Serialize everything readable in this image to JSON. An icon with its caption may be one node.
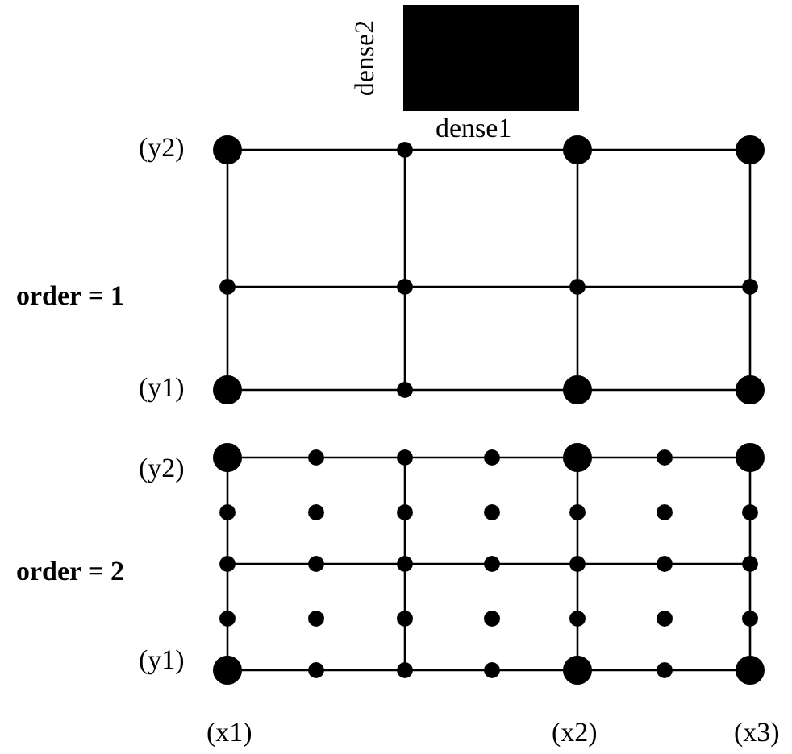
{
  "diagram": {
    "nodes": [
      {
        "text": [],
        "shape": "box"
      }
    ],
    "labels": [
      "dense2",
      "dense1",
      "(y2)",
      "order = 1",
      "(y1)",
      "(y2)",
      "order = 2",
      "(y1)",
      "(x1)",
      "(x2)",
      "(x3)"
    ]
  }
}
